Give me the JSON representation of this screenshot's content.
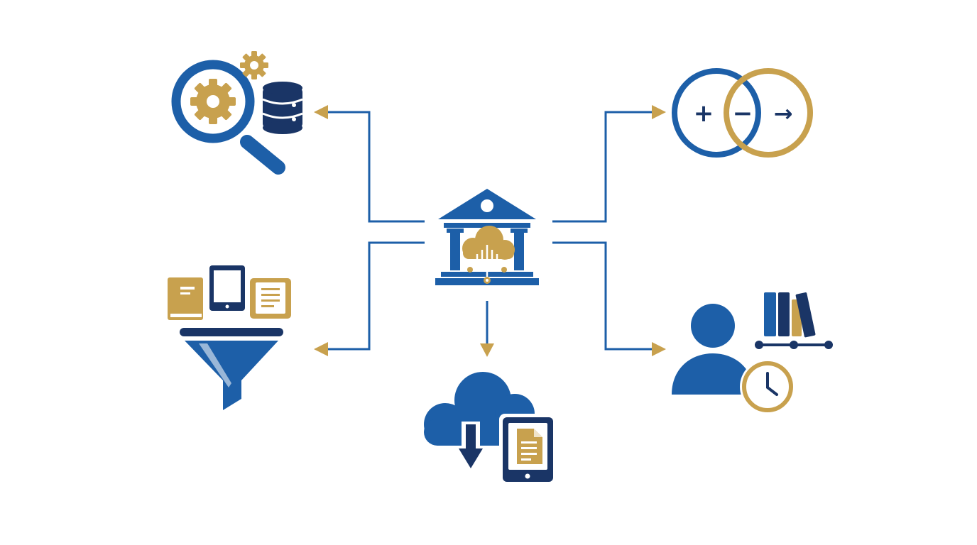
{
  "diagram": {
    "type": "hub-and-spoke",
    "nodes": [
      {
        "id": "hub",
        "icon": "library-cloud-icon"
      },
      {
        "id": "discovery",
        "icon": "search-gear-database-icon"
      },
      {
        "id": "filtering",
        "icon": "content-filter-funnel-icon"
      },
      {
        "id": "comparison",
        "icon": "plus-minus-arrow-circles-icon"
      },
      {
        "id": "user-history",
        "icon": "user-books-clock-icon"
      },
      {
        "id": "download",
        "icon": "cloud-download-tablet-icon"
      }
    ],
    "edges": [
      {
        "from": "hub",
        "to": "discovery"
      },
      {
        "from": "hub",
        "to": "filtering"
      },
      {
        "from": "hub",
        "to": "comparison"
      },
      {
        "from": "hub",
        "to": "user-history"
      },
      {
        "from": "hub",
        "to": "download"
      }
    ],
    "colors": {
      "blue": "#1d5fa8",
      "navy": "#1a3566",
      "gold": "#c8a14e",
      "white": "#ffffff"
    }
  },
  "symbols": {
    "plus": "+",
    "minus": "−",
    "arrow": "→"
  }
}
